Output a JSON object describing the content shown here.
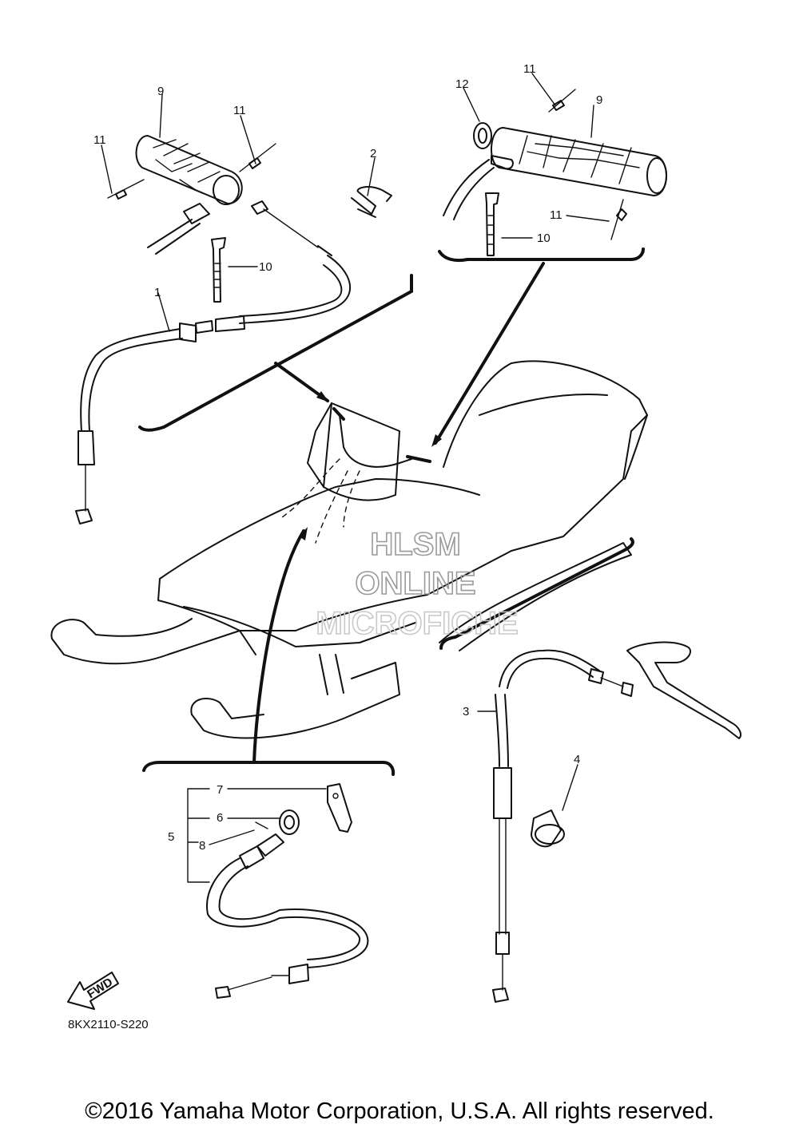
{
  "watermark": {
    "line1": "HLSM",
    "line2": "ONLINE",
    "line3": "MICROFICHE"
  },
  "callouts": {
    "c1": "1",
    "c2": "2",
    "c3": "3",
    "c4": "4",
    "c5": "5",
    "c6": "6",
    "c7": "7",
    "c8": "8",
    "c9a": "9",
    "c9b": "9",
    "c10a": "10",
    "c10b": "10",
    "c11a": "11",
    "c11b": "11",
    "c11c": "11",
    "c11d": "11",
    "c12": "12"
  },
  "fwd_label": "FWD",
  "diagram_code": "8KX2110-S220",
  "copyright": "©2016 Yamaha Motor Corporation, U.S.A. All rights reserved."
}
